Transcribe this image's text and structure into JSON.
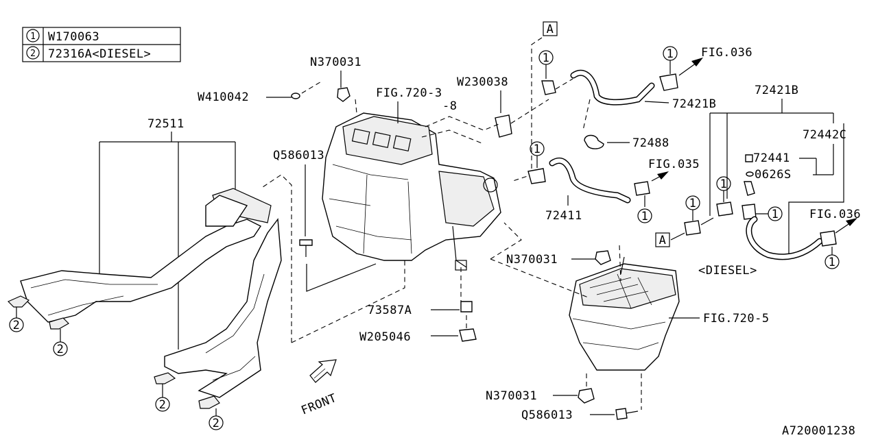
{
  "legend": {
    "row1": {
      "number": "1",
      "part": "W170063"
    },
    "row2": {
      "number": "2",
      "part": "72316A<DIESEL>"
    }
  },
  "callouts": {
    "n370031_top": "N370031",
    "w410042": "W410042",
    "fig720_3": "FIG.720-3",
    "fig720_3_sub": "-8",
    "w230038": "W230038",
    "q586013_top": "Q586013",
    "p72511": "72511",
    "p72421b_mid": "72421B",
    "p72488": "72488",
    "fig035": "FIG.035",
    "p72411": "72411",
    "fig036_top": "FIG.036",
    "p72421b_right": "72421B",
    "p72442c": "72442C",
    "p72441": "72441",
    "p0626s": "0626S",
    "fig036_right": "FIG.036",
    "diesel": "<DIESEL>",
    "n370031_mid": "N370031",
    "fig720_5": "FIG.720-5",
    "p73587a": "73587A",
    "w205046": "W205046",
    "n370031_bottom": "N370031",
    "q586013_bottom": "Q586013",
    "front": "FRONT",
    "diagram_id": "A720001238"
  },
  "markers": {
    "one": "1",
    "two": "2",
    "ref_a": "A"
  }
}
